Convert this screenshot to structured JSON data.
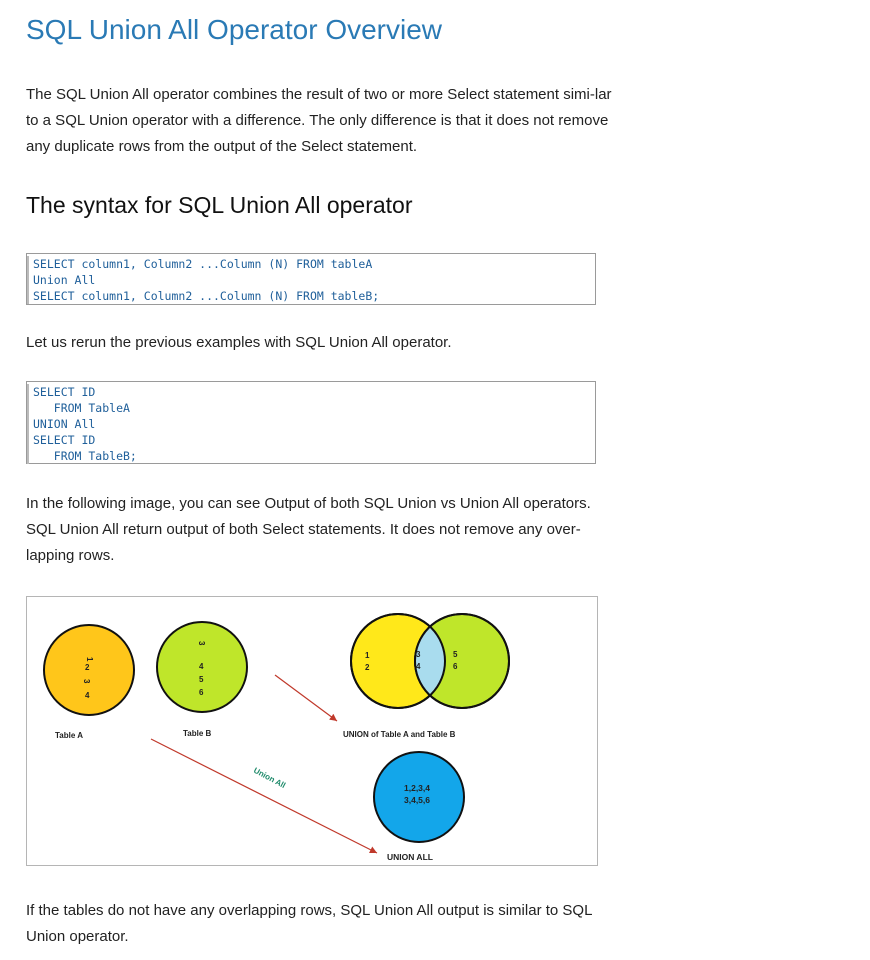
{
  "article": {
    "title": "SQL Union All Operator Overview",
    "intro": "The SQL Union All operator combines the result of two or more Select statement simi-lar to a SQL Union operator with a difference. The only difference is that it does not remove any duplicate rows from the output of the Select statement.",
    "syntax_heading": "The syntax for SQL Union All operator",
    "syntax_code": [
      "SELECT column1, Column2 ...Column (N) FROM tableA",
      "Union All",
      "SELECT column1, Column2 ...Column (N) FROM tableB;"
    ],
    "rerun_text": "Let us rerun the previous examples with SQL Union All operator.",
    "example_code": [
      "SELECT ID",
      "   FROM TableA",
      "UNION All",
      "SELECT ID",
      "   FROM TableB;"
    ],
    "image_intro": "In the following image, you can see Output of both SQL Union vs Union All operators. SQL Union All return output of both Select statements. It does not remove any over-lapping rows.",
    "closing": "If the tables do not have any overlapping rows, SQL Union All output is similar to SQL Union operator."
  },
  "figure": {
    "table_a": {
      "label": "Table A",
      "values": [
        "1",
        "2",
        "3",
        "4"
      ]
    },
    "table_b": {
      "label": "Table B",
      "values": [
        "3",
        "4",
        "5",
        "6"
      ]
    },
    "union": {
      "label": "UNION of Table A and Table B",
      "left_values": [
        "1",
        "2"
      ],
      "overlap_values": [
        "3",
        "4"
      ],
      "right_values": [
        "5",
        "6"
      ]
    },
    "union_all": {
      "label": "UNION ALL",
      "arrow_label": "Union All",
      "line1": "1,2,3,4",
      "line2": "3,4,5,6"
    },
    "colors": {
      "yellow_orange": "#ffc61a",
      "yellow": "#ffe81a",
      "green": "#bfe62a",
      "overlap": "#a9dcee",
      "blue": "#13a6ea",
      "arrow": "#c0392b",
      "label_teal": "#1e8a6a"
    }
  }
}
